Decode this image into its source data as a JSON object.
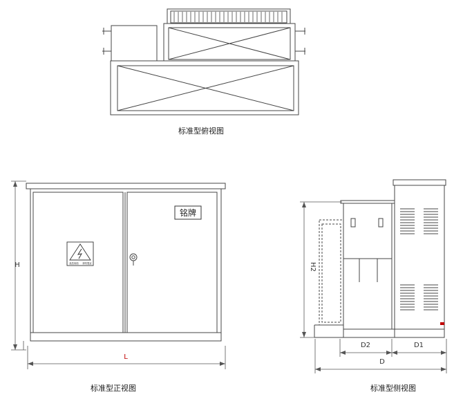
{
  "captions": {
    "top_view": "标准型俯视图",
    "front_view": "标准型正视图",
    "side_view": "标准型侧视图"
  },
  "labels": {
    "nameplate": "铭牌",
    "H_front": "H",
    "L_front": "L",
    "H2_side": "H2",
    "D2_side": "D2",
    "D1_side": "D1",
    "D_side": "D"
  },
  "warning_sign": {
    "left_text": "高压危险",
    "right_text": "请勿靠近"
  },
  "colors": {
    "line": "#333333",
    "dimension_label": "#c00000"
  }
}
